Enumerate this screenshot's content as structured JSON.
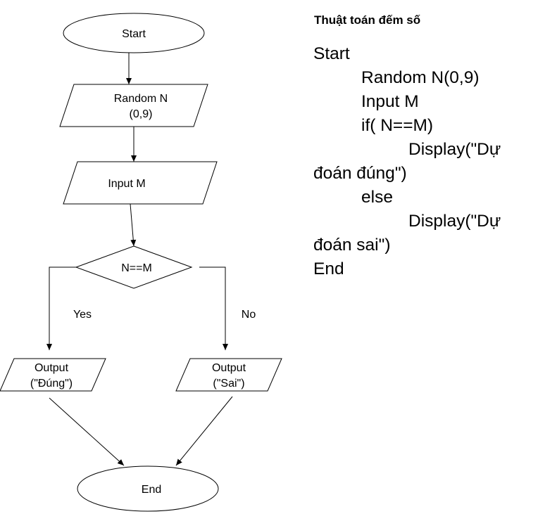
{
  "flowchart": {
    "start": "Start",
    "random_line1": "Random N",
    "random_line2": "(0,9)",
    "input": "Input M",
    "condition": "N==M",
    "yes": "Yes",
    "no": "No",
    "output_yes_line1": "Output",
    "output_yes_line2": "(\"Đúng\")",
    "output_no_line1": "Output",
    "output_no_line2": "(\"Sai\")",
    "end": "End"
  },
  "pseudocode": {
    "title": "Thuật toán đếm số",
    "lines": [
      "Start",
      "Random N(0,9)",
      "Input M",
      "if( N==M)",
      "Display(\"Dự",
      "đoán đúng\")",
      "else",
      "Display(\"Dự",
      "đoán sai\")",
      "End"
    ]
  }
}
